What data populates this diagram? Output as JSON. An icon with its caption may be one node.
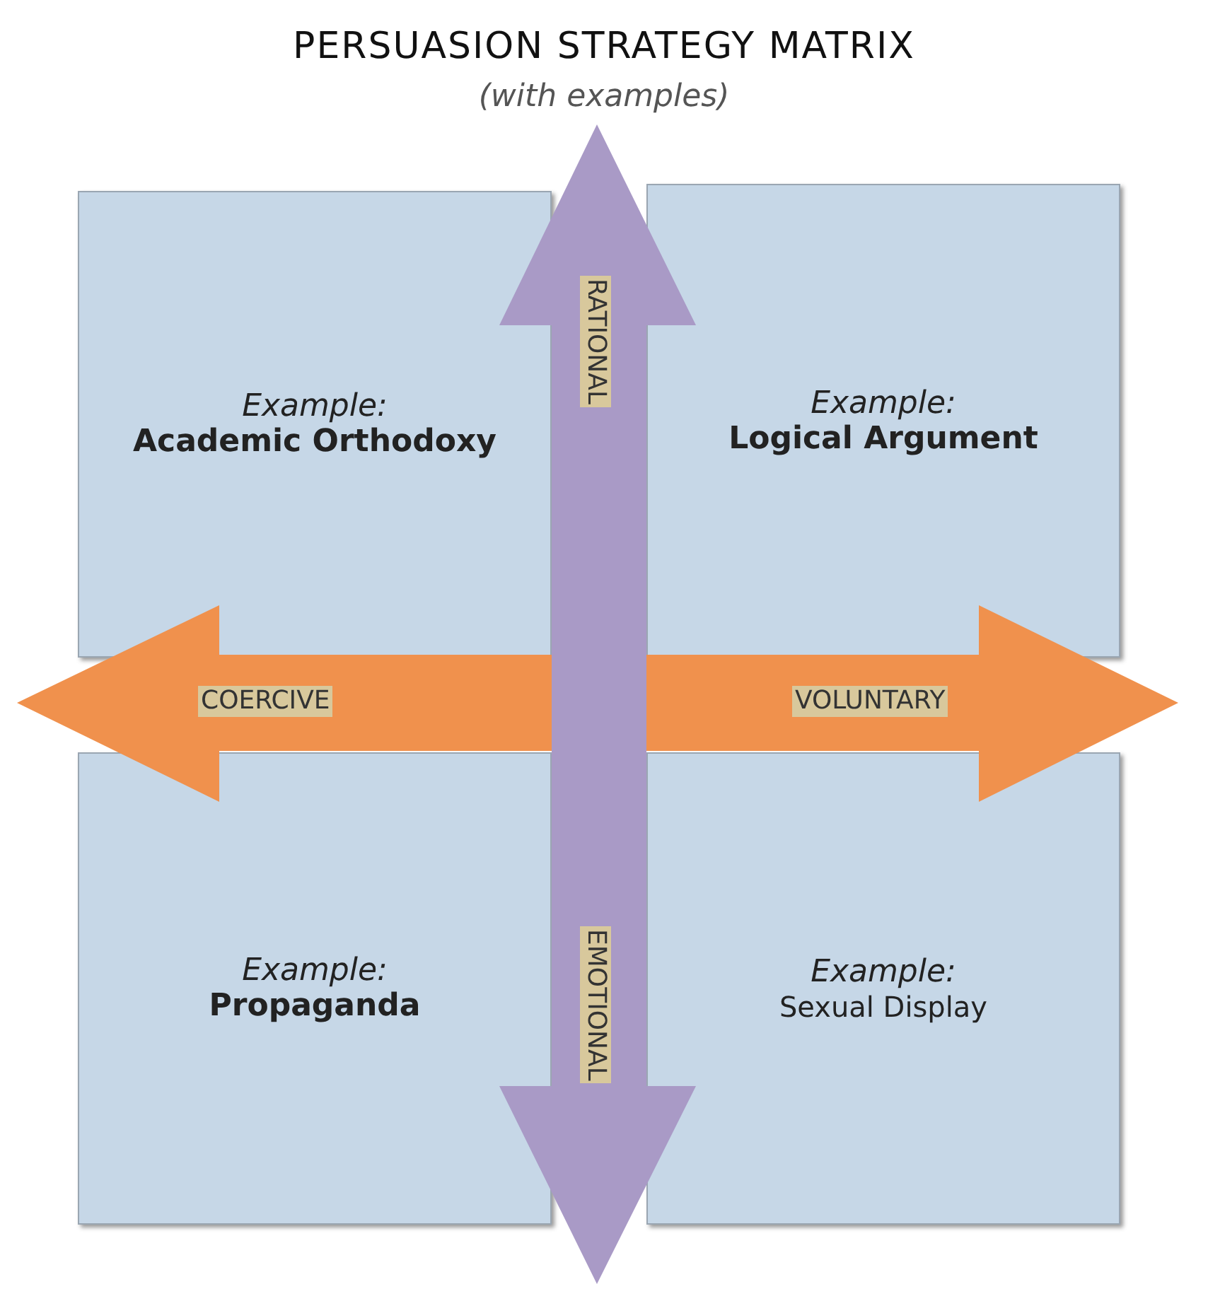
{
  "diagram": {
    "title": "PERSUASION STRATEGY MATRIX",
    "nodes": [
      {
        "text": [
          "Example:",
          "Academic Orthodoxy"
        ]
      },
      {
        "text": [
          "Example:",
          "Logical Argument"
        ]
      },
      {
        "text": [
          "Example:",
          "Propaganda"
        ]
      },
      {
        "text": [
          "Example:",
          "Sexual Display"
        ]
      }
    ],
    "labels": [
      "(with examples)",
      "RATIONAL",
      "COERCIVE",
      "VOLUNTARY",
      "EMOTIONAL"
    ]
  }
}
